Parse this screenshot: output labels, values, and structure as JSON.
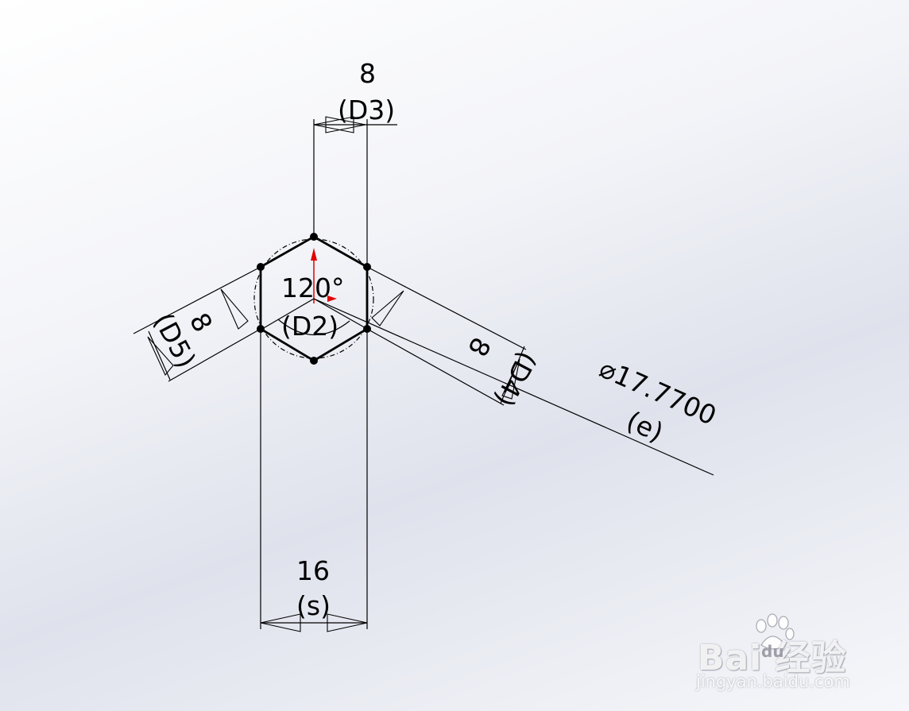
{
  "dimensions": {
    "d3": {
      "value": "8",
      "label": "(D3)"
    },
    "angle": {
      "value": "120°",
      "label": "(D2)"
    },
    "d5": {
      "value": "8",
      "label": "(D5)"
    },
    "d4": {
      "value": "8",
      "label": "(D4)"
    },
    "diameter": {
      "value": "⌀17.7700",
      "label": "(e)"
    },
    "s": {
      "value": "16",
      "label": "(s)"
    }
  },
  "watermark": {
    "brand": "Bai  经验",
    "du": "du",
    "url": "jingyan.baidu.com"
  },
  "colors": {
    "line": "#000000",
    "origin_marker": "#e00000"
  }
}
